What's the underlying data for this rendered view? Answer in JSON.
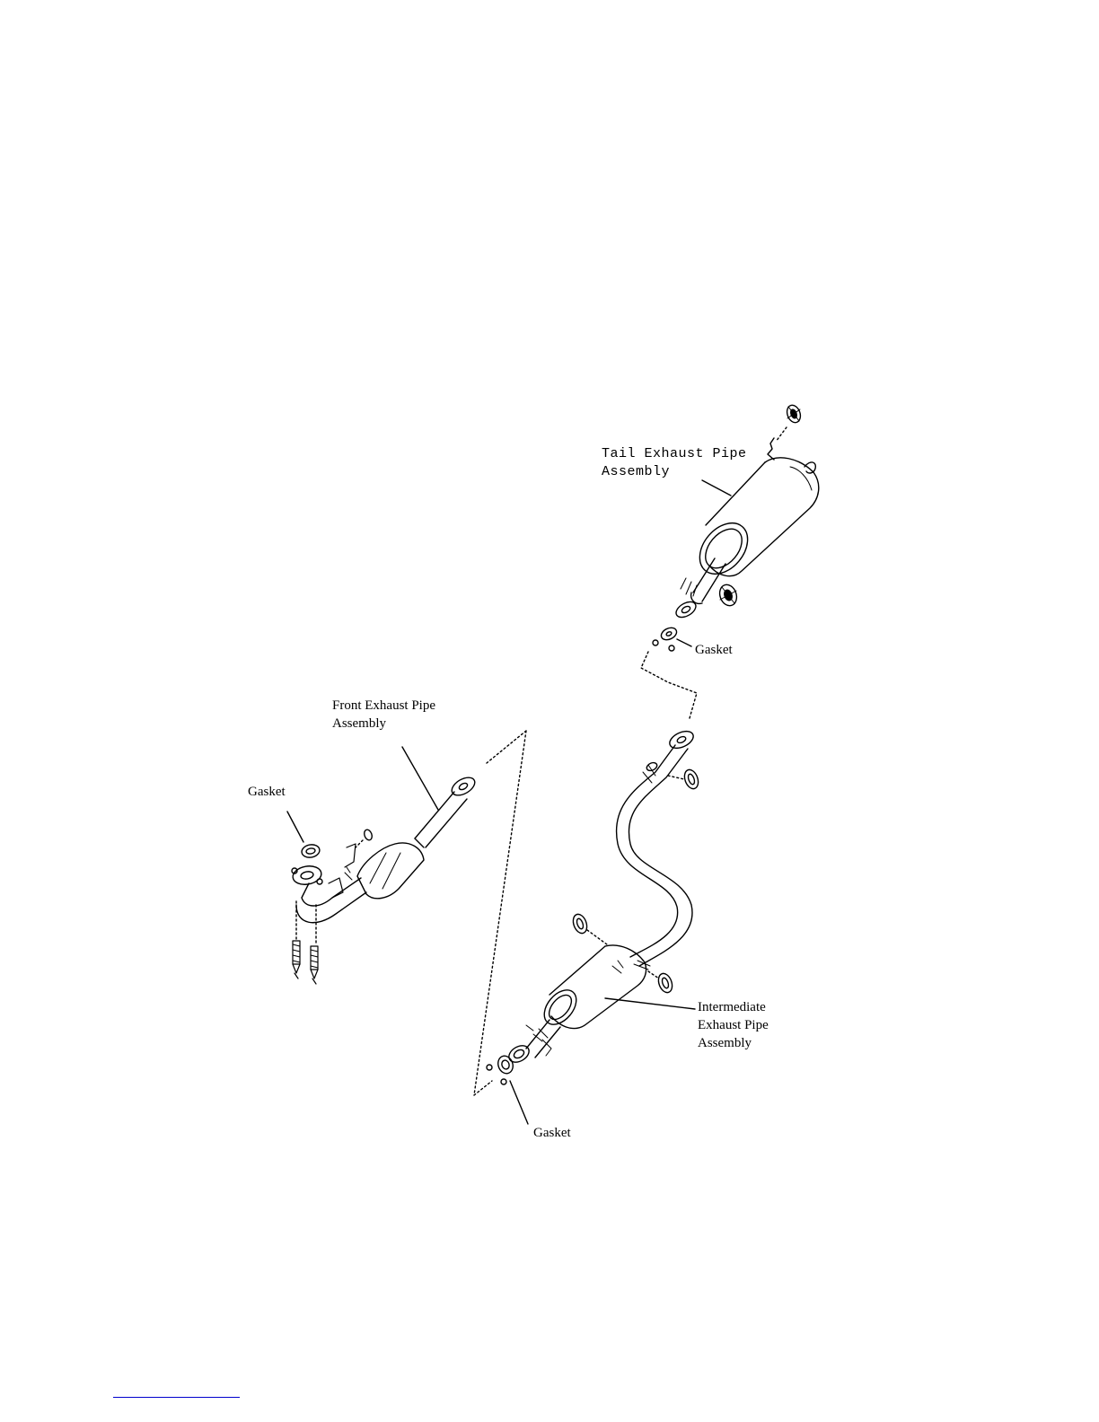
{
  "diagram": {
    "labels": {
      "tail_line1": "Tail Exhaust Pipe",
      "tail_line2": "Assembly",
      "gasket_tail": "Gasket",
      "front_line1": "Front Exhaust Pipe",
      "front_line2": "Assembly",
      "gasket_front": "Gasket",
      "intermediate_line1": "Intermediate",
      "intermediate_line2": "Exhaust Pipe",
      "intermediate_line3": "Assembly",
      "gasket_bottom": "Gasket"
    }
  },
  "colors": {
    "line": "#000000",
    "footnote_rule": "#0000cc",
    "background": "#ffffff"
  }
}
